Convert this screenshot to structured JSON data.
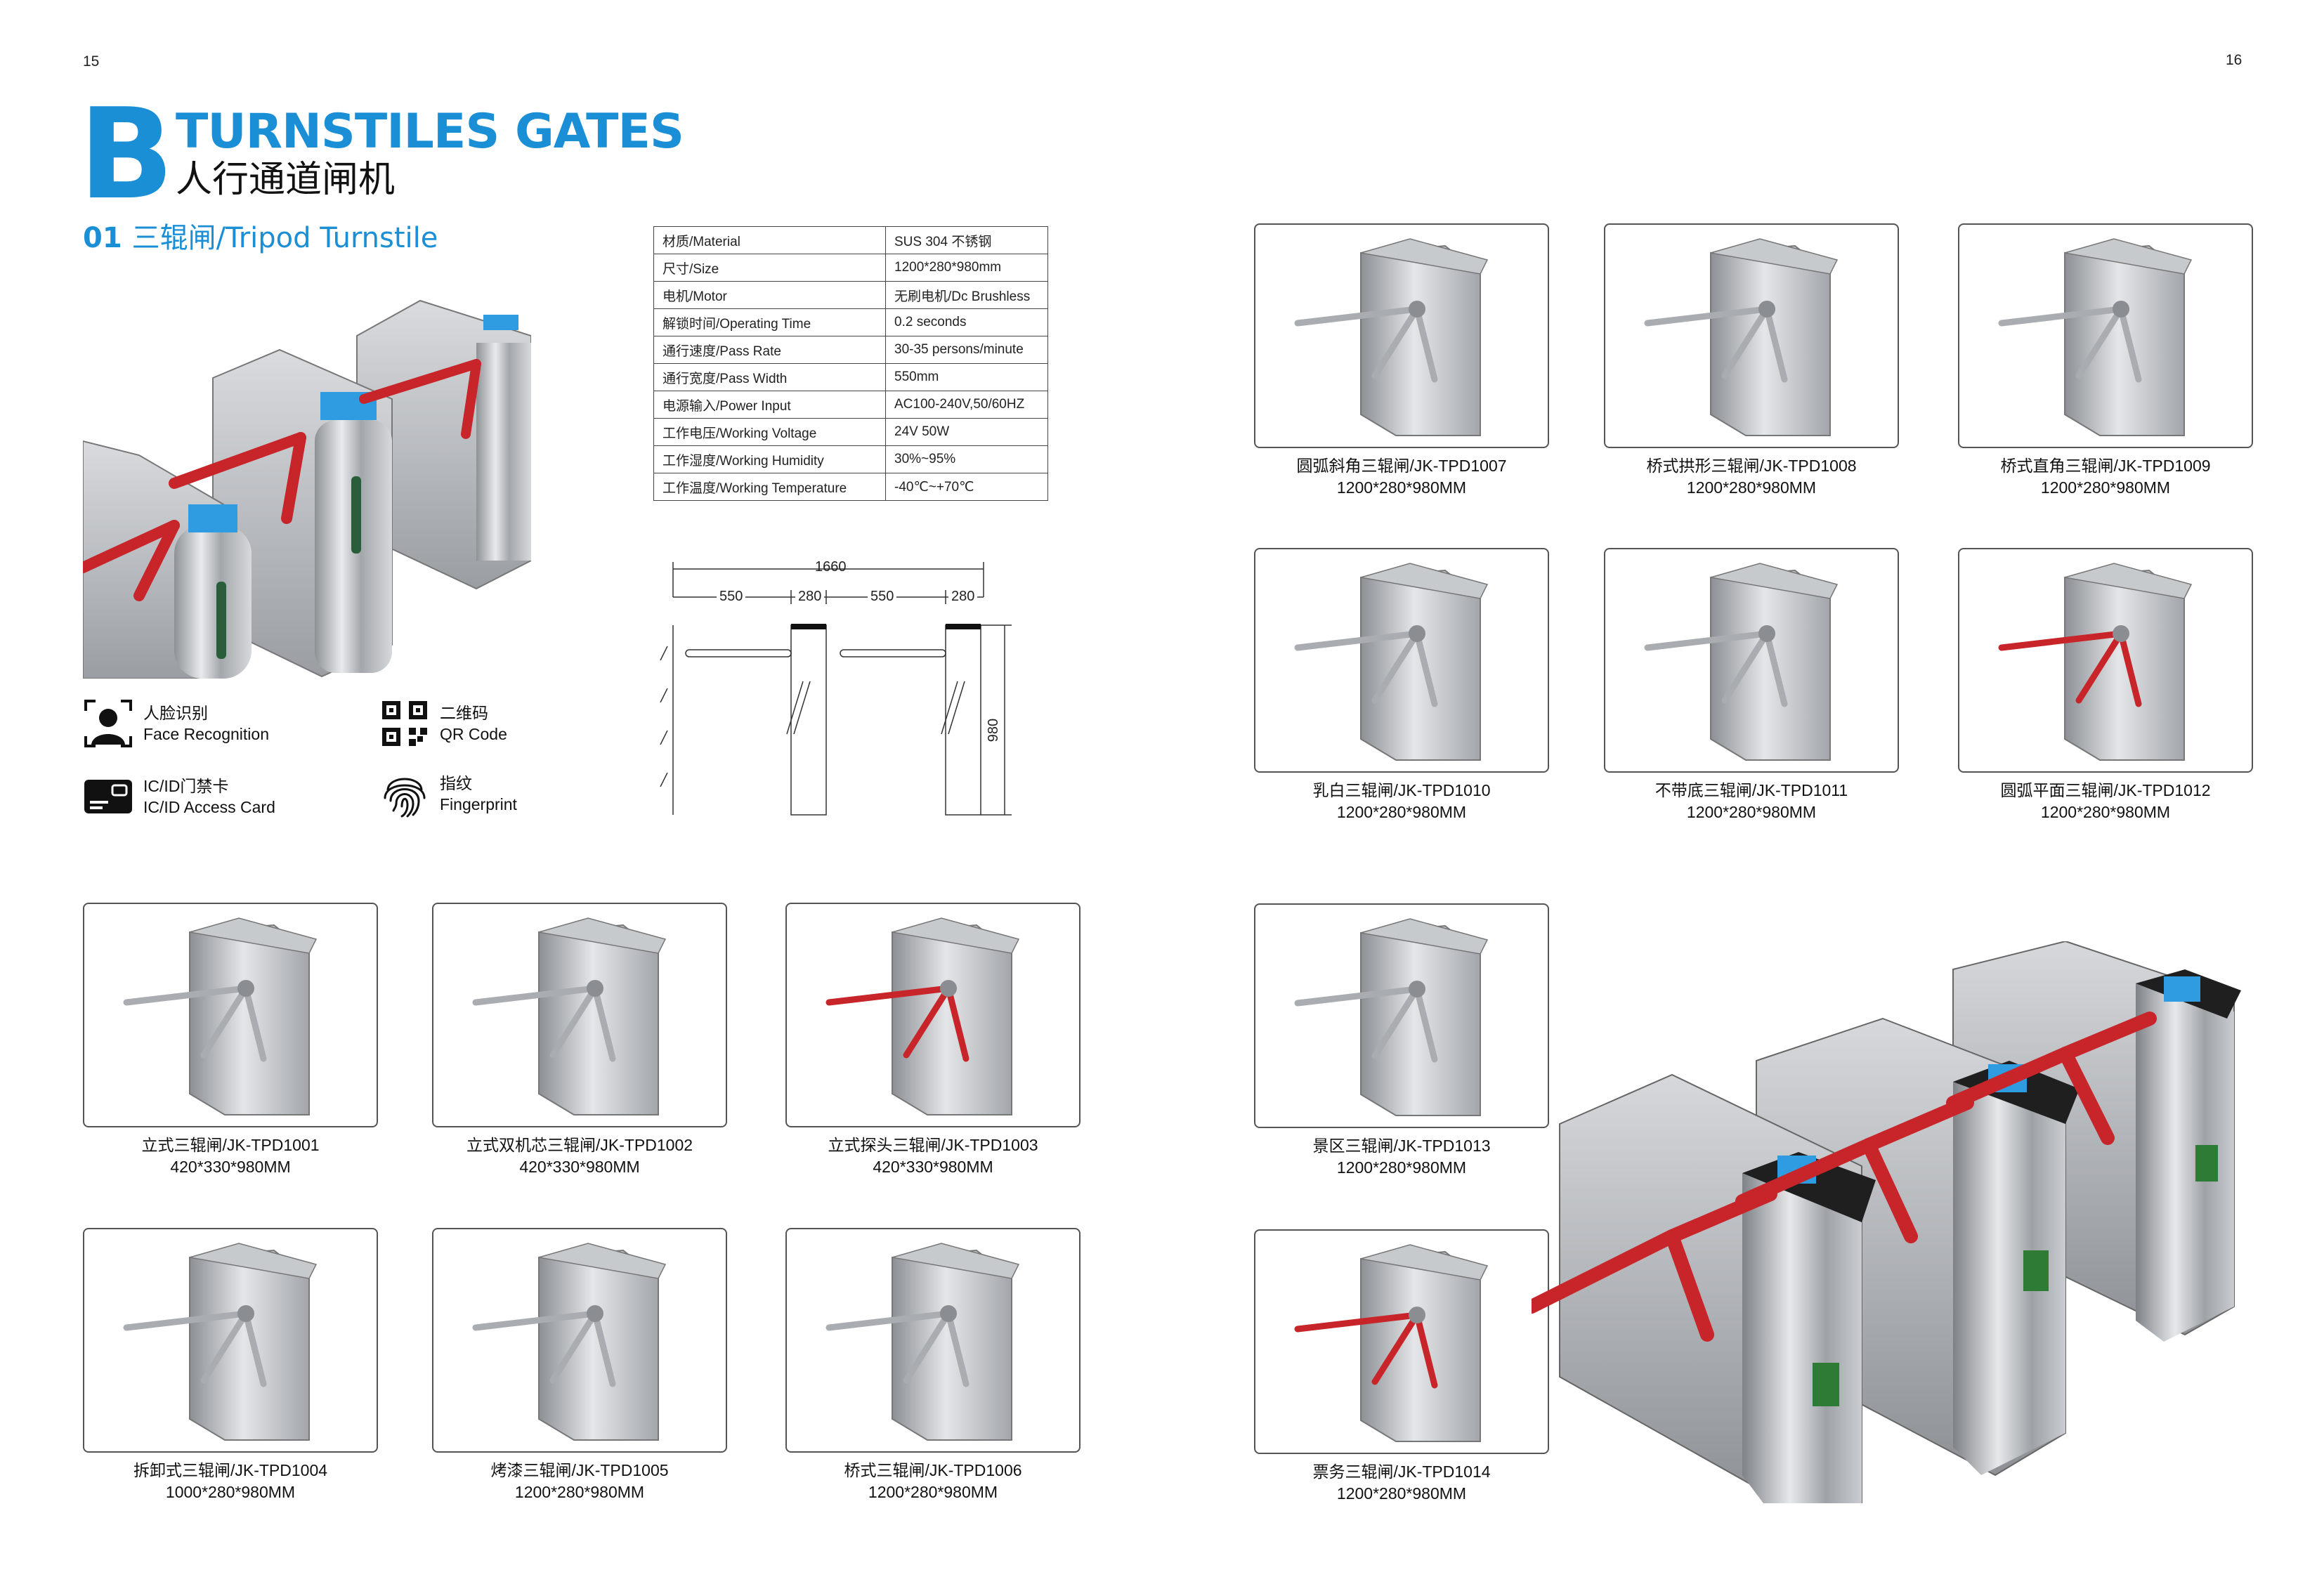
{
  "page": {
    "left_number": "15",
    "right_number": "16"
  },
  "header": {
    "letter": "B",
    "title": "TURNSTILES GATES",
    "subtitle": "人行通道闸机"
  },
  "section": {
    "number": "01",
    "title": "三辊闸/Tripod Turnstile"
  },
  "specs": [
    {
      "label": "材质/Material",
      "value": "SUS 304 不锈钢"
    },
    {
      "label": "尺寸/Size",
      "value": "1200*280*980mm"
    },
    {
      "label": "电机/Motor",
      "value": "无刷电机/Dc Brushless"
    },
    {
      "label": "解锁时间/Operating Time",
      "value": "0.2 seconds"
    },
    {
      "label": "通行速度/Pass Rate",
      "value": "30-35 persons/minute"
    },
    {
      "label": "通行宽度/Pass Width",
      "value": "550mm"
    },
    {
      "label": "电源输入/Power Input",
      "value": "AC100-240V,50/60HZ"
    },
    {
      "label": "工作电压/Working Voltage",
      "value": "24V 50W"
    },
    {
      "label": "工作湿度/Working Humidity",
      "value": "30%~95%"
    },
    {
      "label": "工作温度/Working Temperature",
      "value": "-40℃~+70℃"
    }
  ],
  "dimensions": {
    "total": "1660",
    "gap1": "550",
    "post1": "280",
    "gap2": "550",
    "post2": "280",
    "height": "980"
  },
  "features": [
    {
      "zh": "人脸识别",
      "en": "Face Recognition",
      "icon": "face-recognition-icon"
    },
    {
      "zh": "二维码",
      "en": "QR Code",
      "icon": "qr-code-icon"
    },
    {
      "zh": "IC/ID门禁卡",
      "en": "IC/ID Access Card",
      "icon": "access-card-icon"
    },
    {
      "zh": "指纹",
      "en": "Fingerprint",
      "icon": "fingerprint-icon"
    }
  ],
  "products": [
    {
      "name": "立式三辊闸/JK-TPD1001",
      "size": "420*330*980MM"
    },
    {
      "name": "立式双机芯三辊闸/JK-TPD1002",
      "size": "420*330*980MM"
    },
    {
      "name": "立式探头三辊闸/JK-TPD1003",
      "size": "420*330*980MM"
    },
    {
      "name": "拆卸式三辊闸/JK-TPD1004",
      "size": "1000*280*980MM"
    },
    {
      "name": "烤漆三辊闸/JK-TPD1005",
      "size": "1200*280*980MM"
    },
    {
      "name": "桥式三辊闸/JK-TPD1006",
      "size": "1200*280*980MM"
    },
    {
      "name": "圆弧斜角三辊闸/JK-TPD1007",
      "size": "1200*280*980MM"
    },
    {
      "name": "桥式拱形三辊闸/JK-TPD1008",
      "size": "1200*280*980MM"
    },
    {
      "name": "桥式直角三辊闸/JK-TPD1009",
      "size": "1200*280*980MM"
    },
    {
      "name": "乳白三辊闸/JK-TPD1010",
      "size": "1200*280*980MM"
    },
    {
      "name": "不带底三辊闸/JK-TPD1011",
      "size": "1200*280*980MM"
    },
    {
      "name": "圆弧平面三辊闸/JK-TPD1012",
      "size": "1200*280*980MM"
    },
    {
      "name": "景区三辊闸/JK-TPD1013",
      "size": "1200*280*980MM"
    },
    {
      "name": "票务三辊闸/JK-TPD1014",
      "size": "1200*280*980MM"
    }
  ],
  "colors": {
    "accent": "#1a8fd6",
    "arm_red": "#c8252a",
    "steel": "#b9bcc0"
  }
}
